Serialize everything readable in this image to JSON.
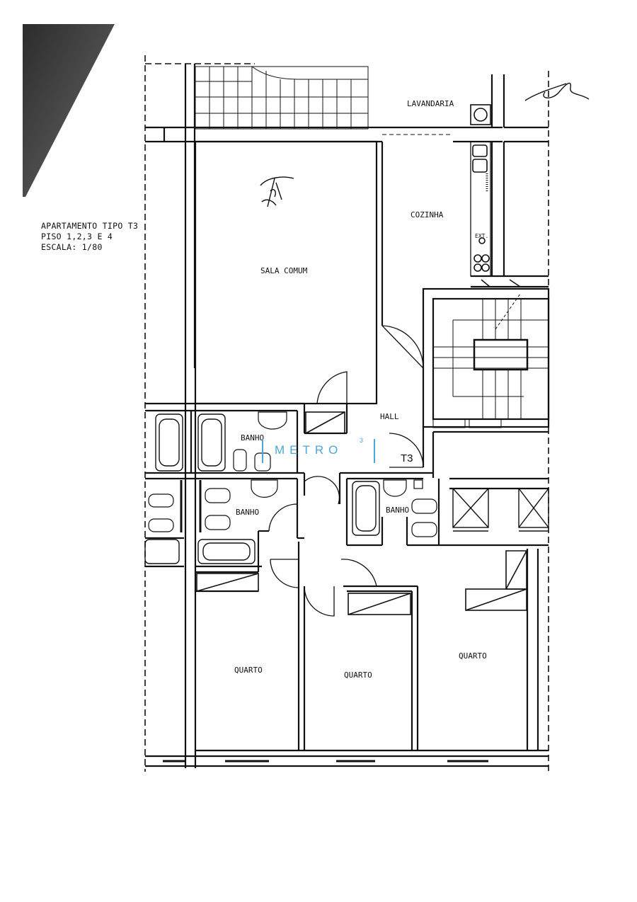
{
  "legend": {
    "line1": "APARTAMENTO TIPO T3",
    "line2": "PISO 1,2,3 E 4",
    "line3": "ESCALA: 1/80"
  },
  "rooms": {
    "lavandaria": "LAVANDARIA",
    "cozinha": "COZINHA",
    "sala_comum": "SALA COMUM",
    "hall": "HALL",
    "banho_1": "BANHO",
    "banho_2": "BANHO",
    "banho_3": "BANHO",
    "quarto_1": "QUARTO",
    "quarto_2": "QUARTO",
    "quarto_3": "QUARTO",
    "ext": "EXT.",
    "type_label": "T3"
  },
  "brand": {
    "name": "METRO",
    "superscript": "3",
    "color": "#4aa8d8"
  },
  "colors": {
    "wall": "#111111",
    "background": "#ffffff",
    "scan_shadow": "#3a3a3a"
  }
}
